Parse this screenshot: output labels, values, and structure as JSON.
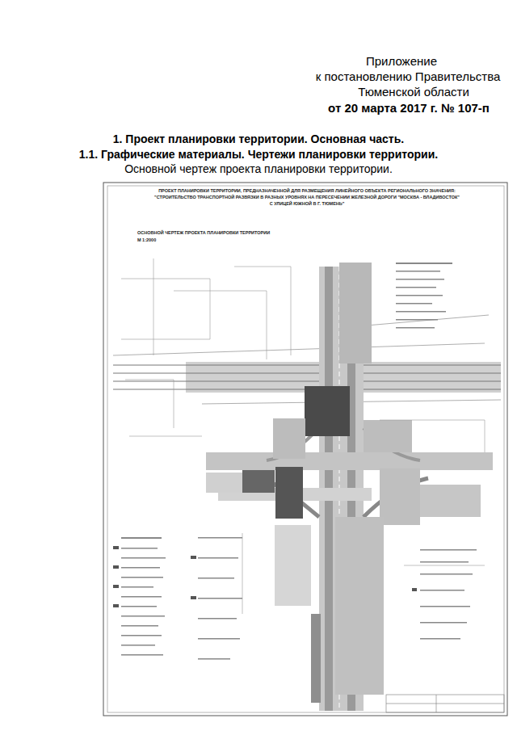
{
  "diagram": {
    "labels": [
      "Приложение",
      "к постановлению Правительства",
      "Тюменской области",
      "от 20 марта 2017 г. № 107-п",
      "1. Проект планировки территории. Основная часть.",
      "1.1. Графические материалы. Чертежи планировки территории.",
      "Основной чертеж проекта планировки территории.",
      "ПРОЕКТ ПЛАНИРОВКИ ТЕРРИТОРИИ, ПРЕДНАЗНАЧЕННОЙ ДЛЯ РАЗМЕЩЕНИЯ ЛИНЕЙНОГО ОБЪЕКТА РЕГИОНАЛЬНОГО ЗНАЧЕНИЯ:",
      "\"СТРОИТЕЛЬСТВО ТРАНСПОРТНОЙ РАЗВЯЗКИ В РАЗНЫХ УРОВНЯХ НА ПЕРЕСЕЧЕНИИ ЖЕЛЕЗНОЙ ДОРОГИ \"МОСКВА - ВЛАДИВОСТОК\"",
      "С УЛИЦЕЙ ЮЖНОЙ В Г. ТЮМЕНЬ\"",
      "ОСНОВНОЙ ЧЕРТЕЖ ПРОЕКТА ПЛАНИРОВКИ ТЕРРИТОРИИ",
      "М 1:2000"
    ]
  }
}
